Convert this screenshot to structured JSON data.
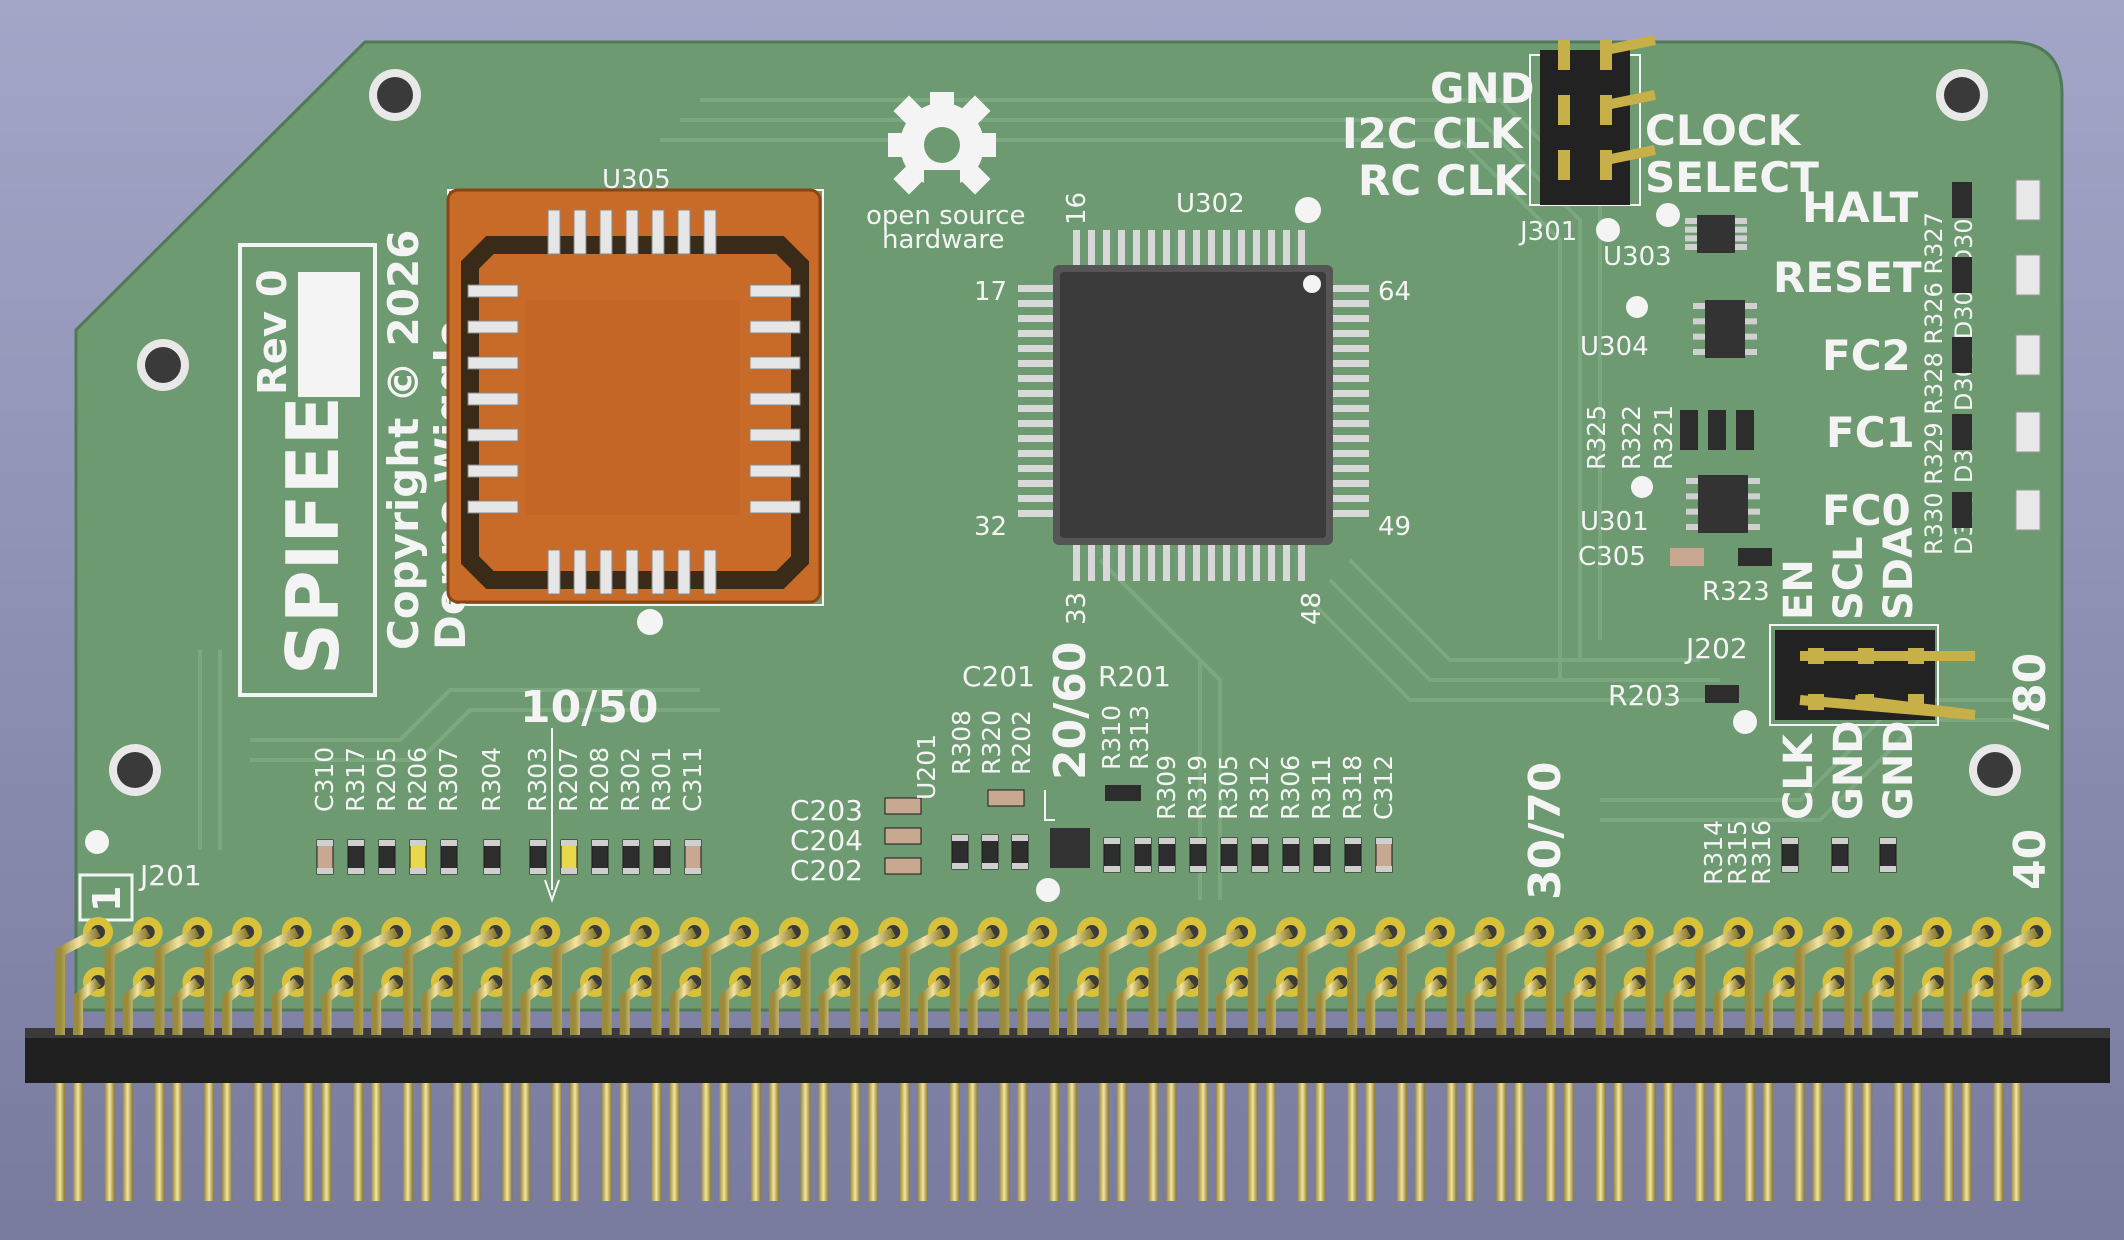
{
  "board": {
    "name": "SPIFEE",
    "revision": "Rev 0",
    "copyright": "Copyright © 2026",
    "author": "Denno Wiggle",
    "oshw_line1": "open source",
    "oshw_line2": "hardware"
  },
  "colors": {
    "background": "#9da0c2",
    "pcb": "#6e9a72",
    "pcb_trace": "#78a57c",
    "silkscreen": "#f4f4f4",
    "gold": "#d9c23a",
    "chip": "#333333",
    "socket": "#c86a28",
    "header_plastic": "#1f1f1f"
  },
  "chips": {
    "u305": "U305",
    "u302": "U302",
    "u303": "U303",
    "u304": "U304",
    "u301": "U301"
  },
  "pin_numbers": {
    "p16": "16",
    "p17": "17",
    "p32": "32",
    "p33": "33",
    "p48": "48",
    "p49": "49",
    "p64": "64",
    "p1": "1"
  },
  "jumper_labels": {
    "gnd": "GND",
    "i2c_clk": "I2C CLK",
    "rc_clk": "RC CLK",
    "clock": "CLOCK",
    "select": "SELECT",
    "j301": "J301"
  },
  "leds": {
    "halt": "HALT",
    "reset": "RESET",
    "fc2": "FC2",
    "fc1": "FC1",
    "fc0": "FC0",
    "col1": "R330 R329 R328 R326 R327",
    "col2": "D305 D304 D303 D301 D302"
  },
  "i2c_header": {
    "j202": "J202",
    "en": "EN",
    "scl": "SCL",
    "sda": "SDA",
    "clk": "CLK",
    "gnd1": "GND",
    "gnd2": "GND",
    "r203": "R203"
  },
  "markers": {
    "m1050": "10/50",
    "m2060": "20/60",
    "m3070": "30/70",
    "m40": "40",
    "m80": "/80"
  },
  "components": {
    "group1": [
      "C310",
      "R317",
      "R205",
      "R206",
      "R307"
    ],
    "r304": "R304",
    "group2": [
      "R303",
      "R207",
      "R208",
      "R302",
      "R301",
      "C311"
    ],
    "caps_left": [
      "C203",
      "C204",
      "C202"
    ],
    "u201": "U201",
    "group3": [
      "R308",
      "R320",
      "R202"
    ],
    "c201": "C201",
    "r201": "R201",
    "group4": [
      "R310",
      "R313"
    ],
    "group5": [
      "R309",
      "R319",
      "R305",
      "R312",
      "R306",
      "R311",
      "R318",
      "C312"
    ],
    "group6": [
      "R314",
      "R315",
      "R316"
    ],
    "r325": "R325",
    "r322": "R322",
    "r321": "R321",
    "c305": "C305",
    "r323": "R323",
    "j201": "J201"
  }
}
